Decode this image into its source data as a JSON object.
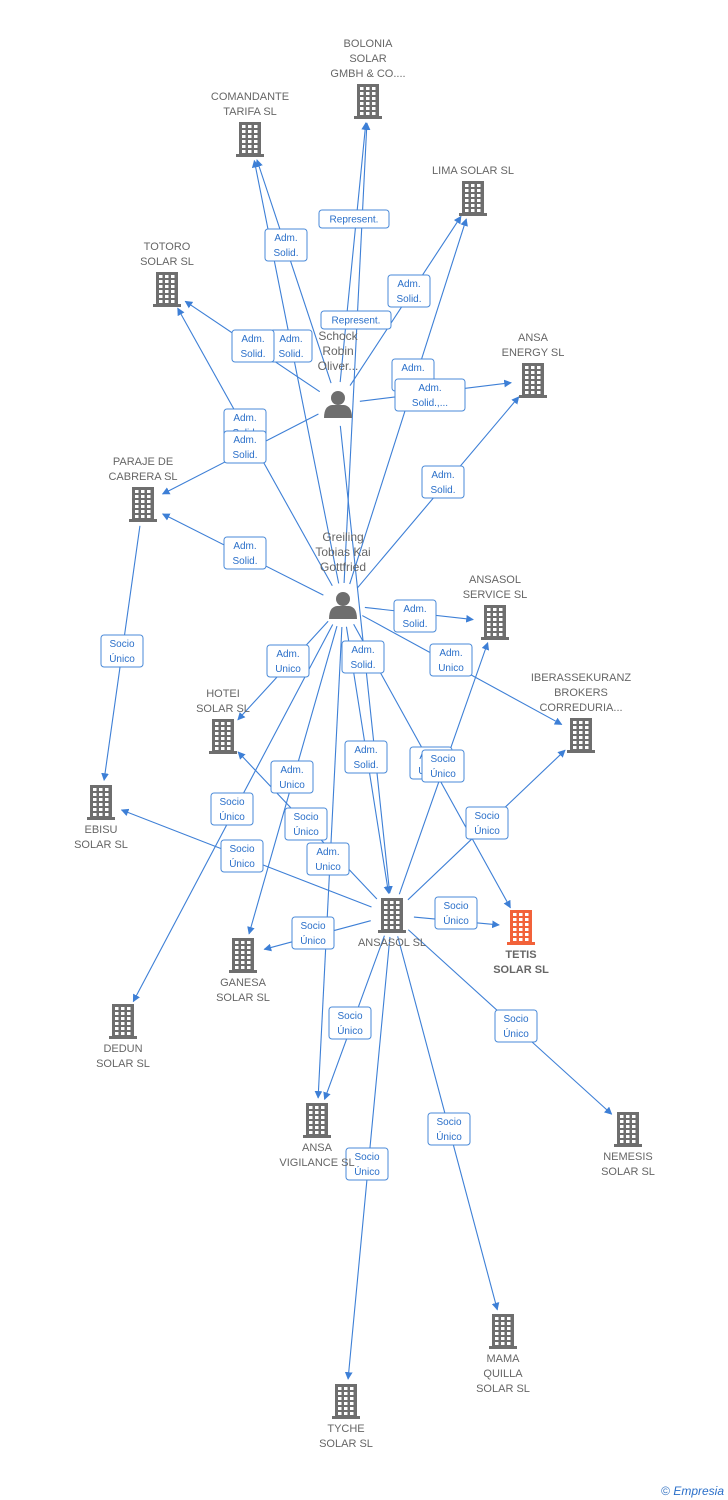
{
  "colors": {
    "building": "#6e6e6e",
    "highlight": "#f2623a",
    "edge": "#3d7fd6",
    "person": "#6e6e6e"
  },
  "nodes": [
    {
      "id": "bolonia",
      "label": [
        "BOLONIA",
        "SOLAR",
        "GMBH & CO...."
      ],
      "icon": "building-icon"
    },
    {
      "id": "comandante",
      "label": [
        "COMANDANTE",
        "TARIFA  SL"
      ],
      "icon": "building-icon"
    },
    {
      "id": "lima",
      "label": [
        "LIMA SOLAR SL"
      ],
      "icon": "building-icon"
    },
    {
      "id": "totoro",
      "label": [
        "TOTORO",
        "SOLAR SL"
      ],
      "icon": "building-icon"
    },
    {
      "id": "ansaenergy",
      "label": [
        "ANSA",
        "ENERGY SL"
      ],
      "icon": "building-icon"
    },
    {
      "id": "paraje",
      "label": [
        "PARAJE DE",
        "CABRERA SL"
      ],
      "icon": "building-icon"
    },
    {
      "id": "schock",
      "label": [
        "Schock",
        "Robin",
        "Oliver..."
      ],
      "icon": "person-icon"
    },
    {
      "id": "greiling",
      "label": [
        "Greiling",
        "Tobias Kai",
        "Gottfried"
      ],
      "icon": "person-icon"
    },
    {
      "id": "ansasolservice",
      "label": [
        "ANSASOL",
        "SERVICE  SL"
      ],
      "icon": "building-icon"
    },
    {
      "id": "iberassekuranz",
      "label": [
        "IBERASSEKURANZ",
        "BROKERS",
        "CORREDURIA..."
      ],
      "icon": "building-icon"
    },
    {
      "id": "hotei",
      "label": [
        "HOTEI",
        "SOLAR  SL"
      ],
      "icon": "building-icon"
    },
    {
      "id": "ebisu",
      "label": [
        "EBISU",
        "SOLAR  SL"
      ],
      "icon": "building-icon"
    },
    {
      "id": "ansasol",
      "label": [
        "ANSASOL SL"
      ],
      "icon": "building-icon"
    },
    {
      "id": "tetis",
      "label": [
        "TETIS",
        "SOLAR  SL"
      ],
      "icon": "building-icon",
      "highlight": true
    },
    {
      "id": "ganesa",
      "label": [
        "GANESA",
        "SOLAR  SL"
      ],
      "icon": "building-icon"
    },
    {
      "id": "dedun",
      "label": [
        "DEDUN",
        "SOLAR  SL"
      ],
      "icon": "building-icon"
    },
    {
      "id": "ansavigilance",
      "label": [
        "ANSA",
        "VIGILANCE  SL"
      ],
      "icon": "building-icon"
    },
    {
      "id": "nemesis",
      "label": [
        "NEMESIS",
        "SOLAR  SL"
      ],
      "icon": "building-icon"
    },
    {
      "id": "mamaquilla",
      "label": [
        "MAMA",
        "QUILLA",
        "SOLAR  SL"
      ],
      "icon": "building-icon"
    },
    {
      "id": "tyche",
      "label": [
        "TYCHE",
        "SOLAR  SL"
      ],
      "icon": "building-icon"
    }
  ],
  "edges": [
    {
      "from": "schock",
      "to": "bolonia",
      "label": [
        "Represent."
      ]
    },
    {
      "from": "greiling",
      "to": "bolonia",
      "label": [
        "Represent."
      ]
    },
    {
      "from": "schock",
      "to": "comandante",
      "label": [
        "Adm.",
        "Solid."
      ]
    },
    {
      "from": "greiling",
      "to": "comandante",
      "label": [
        "Adm.",
        "Solid."
      ]
    },
    {
      "from": "schock",
      "to": "lima",
      "label": [
        "Adm.",
        "Solid."
      ]
    },
    {
      "from": "greiling",
      "to": "lima",
      "label": [
        "Adm.",
        "Solid."
      ]
    },
    {
      "from": "schock",
      "to": "totoro",
      "label": [
        "Adm.",
        "Solid."
      ]
    },
    {
      "from": "greiling",
      "to": "totoro",
      "label": [
        "Adm.",
        "Solid."
      ]
    },
    {
      "from": "schock",
      "to": "ansaenergy",
      "label": [
        "Adm.",
        "Solid.,..."
      ]
    },
    {
      "from": "greiling",
      "to": "ansaenergy",
      "label": [
        "Adm.",
        "Solid."
      ]
    },
    {
      "from": "schock",
      "to": "paraje",
      "label": [
        "Adm.",
        "Solid."
      ]
    },
    {
      "from": "greiling",
      "to": "paraje",
      "label": [
        "Adm.",
        "Solid."
      ]
    },
    {
      "from": "schock",
      "to": "ansasol",
      "label": [
        "Adm.",
        "Solid."
      ]
    },
    {
      "from": "greiling",
      "to": "ansasolservice",
      "label": [
        "Adm.",
        "Solid."
      ]
    },
    {
      "from": "greiling",
      "to": "iberassekuranz",
      "label": [
        "Adm.",
        "Unico"
      ]
    },
    {
      "from": "greiling",
      "to": "hotei",
      "label": [
        "Adm.",
        "Unico"
      ]
    },
    {
      "from": "greiling",
      "to": "ansasol",
      "label": [
        "Adm.",
        "Solid."
      ]
    },
    {
      "from": "greiling",
      "to": "tetis",
      "label": [
        "Adm.",
        "Unico"
      ]
    },
    {
      "from": "greiling",
      "to": "ganesa",
      "label": [
        "Adm.",
        "Unico"
      ]
    },
    {
      "from": "greiling",
      "to": "ansavigilance",
      "label": [
        "Adm.",
        "Unico"
      ]
    },
    {
      "from": "greiling",
      "to": "dedun",
      "label": [
        "Socio",
        "Único"
      ]
    },
    {
      "from": "paraje",
      "to": "ebisu",
      "label": [
        "Socio",
        "Único"
      ]
    },
    {
      "from": "ansasol",
      "to": "hotei",
      "label": [
        "Socio",
        "Único"
      ]
    },
    {
      "from": "ansasol",
      "to": "ebisu",
      "label": [
        "Socio",
        "Único"
      ]
    },
    {
      "from": "ansasol",
      "to": "ansasolservice",
      "label": [
        "Socio",
        "Único"
      ]
    },
    {
      "from": "ansasol",
      "to": "iberassekuranz",
      "label": [
        "Socio",
        "Único"
      ]
    },
    {
      "from": "ansasol",
      "to": "tetis",
      "label": [
        "Socio",
        "Único"
      ]
    },
    {
      "from": "ansasol",
      "to": "ganesa",
      "label": [
        "Socio",
        "Único"
      ]
    },
    {
      "from": "ansasol",
      "to": "ansavigilance",
      "label": [
        "Socio",
        "Único"
      ]
    },
    {
      "from": "ansasol",
      "to": "nemesis",
      "label": [
        "Socio",
        "Único"
      ]
    },
    {
      "from": "ansasol",
      "to": "mamaquilla",
      "label": [
        "Socio",
        "Único"
      ]
    },
    {
      "from": "ansasol",
      "to": "tyche",
      "label": [
        "Socio",
        "Único"
      ]
    }
  ],
  "footer": {
    "copyright": "©",
    "brand": "Empresia"
  }
}
